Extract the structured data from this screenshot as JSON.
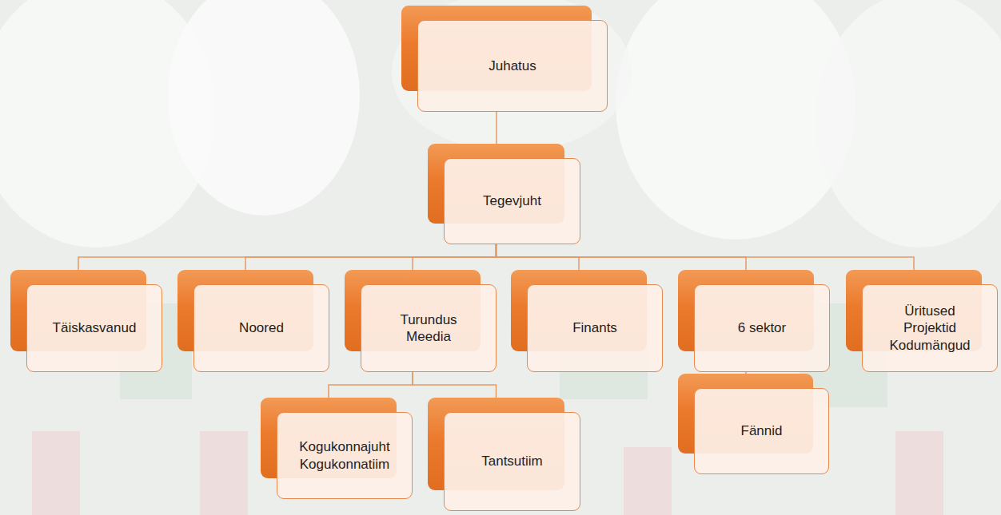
{
  "diagram": {
    "nodes": [
      {
        "text": [
          "Juhatus"
        ]
      },
      {
        "text": [
          "Tegevjuht"
        ]
      },
      {
        "text": [
          "Täiskasvanud"
        ]
      },
      {
        "text": [
          "Noored"
        ]
      },
      {
        "text": [
          "Turundus Meedia"
        ]
      },
      {
        "text": [
          "Finants"
        ]
      },
      {
        "text": [
          "6 sektor"
        ]
      },
      {
        "text": [
          "Üritused Projektid Kodumängud"
        ]
      },
      {
        "text": [
          "Kogukonnajuht Kogukonnatiim"
        ]
      },
      {
        "text": [
          "Tantsutiim"
        ]
      },
      {
        "text": [
          "Fännid"
        ]
      }
    ],
    "edges": [
      {
        "from": 0,
        "to": 1,
        "arrow": "none"
      },
      {
        "from": 1,
        "to": 2,
        "arrow": "none"
      },
      {
        "from": 1,
        "to": 3,
        "arrow": "none"
      },
      {
        "from": 1,
        "to": 4,
        "arrow": "none"
      },
      {
        "from": 1,
        "to": 5,
        "arrow": "none"
      },
      {
        "from": 1,
        "to": 6,
        "arrow": "none"
      },
      {
        "from": 1,
        "to": 7,
        "arrow": "none"
      },
      {
        "from": 4,
        "to": 8,
        "arrow": "none"
      },
      {
        "from": 4,
        "to": 9,
        "arrow": "none"
      },
      {
        "from": 6,
        "to": 10,
        "arrow": "none"
      }
    ]
  }
}
